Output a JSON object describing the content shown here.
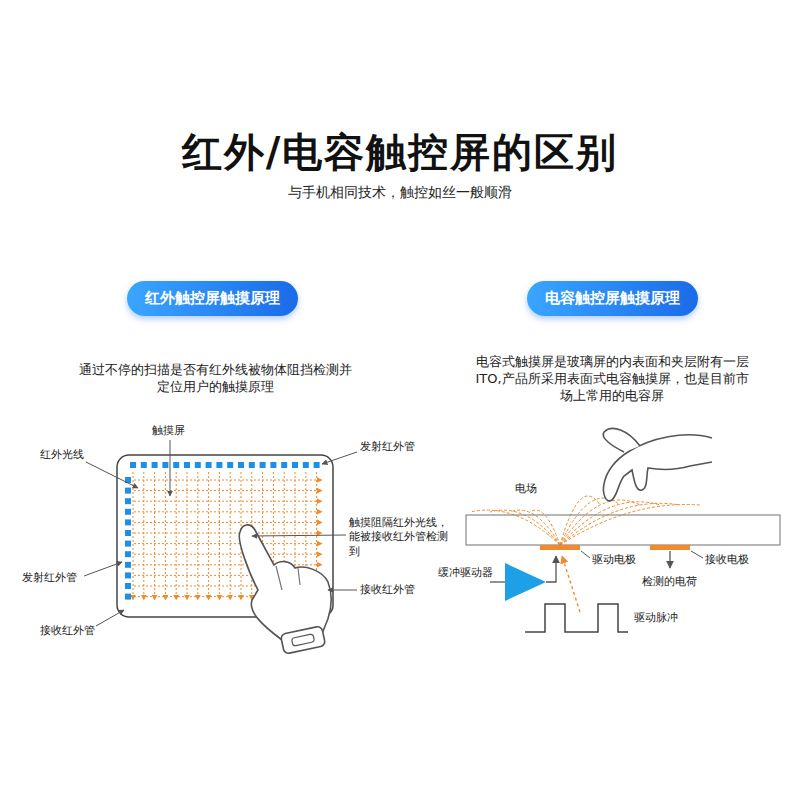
{
  "diagram": {
    "title": "红外/电容触控屏的区别",
    "nodes": [
      {
        "text": [
          "红外触控屏触摸原理"
        ]
      },
      {
        "text": [
          "电容触控屏触摸原理"
        ]
      }
    ],
    "labels": [
      "与手机相同技术，触控如丝一般顺滑",
      "通过不停的扫描是否有红外线被物体阻挡检测并定位用户的触摸原理",
      "触摸屏",
      "红外光线",
      "发射红外管",
      "触摸阻隔红外光线，能被接收红外管检测到",
      "发射红外管",
      "接收红外管",
      "接收红外管",
      "电容式触摸屏是玻璃屏的内表面和夹层附有一层ITO,产品所采用表面式电容触摸屏，也是目前市场上常用的电容屏",
      "电场",
      "缓冲驱动器",
      "驱动电极",
      "接收电极",
      "检测的电荷",
      "驱动脉冲"
    ]
  }
}
